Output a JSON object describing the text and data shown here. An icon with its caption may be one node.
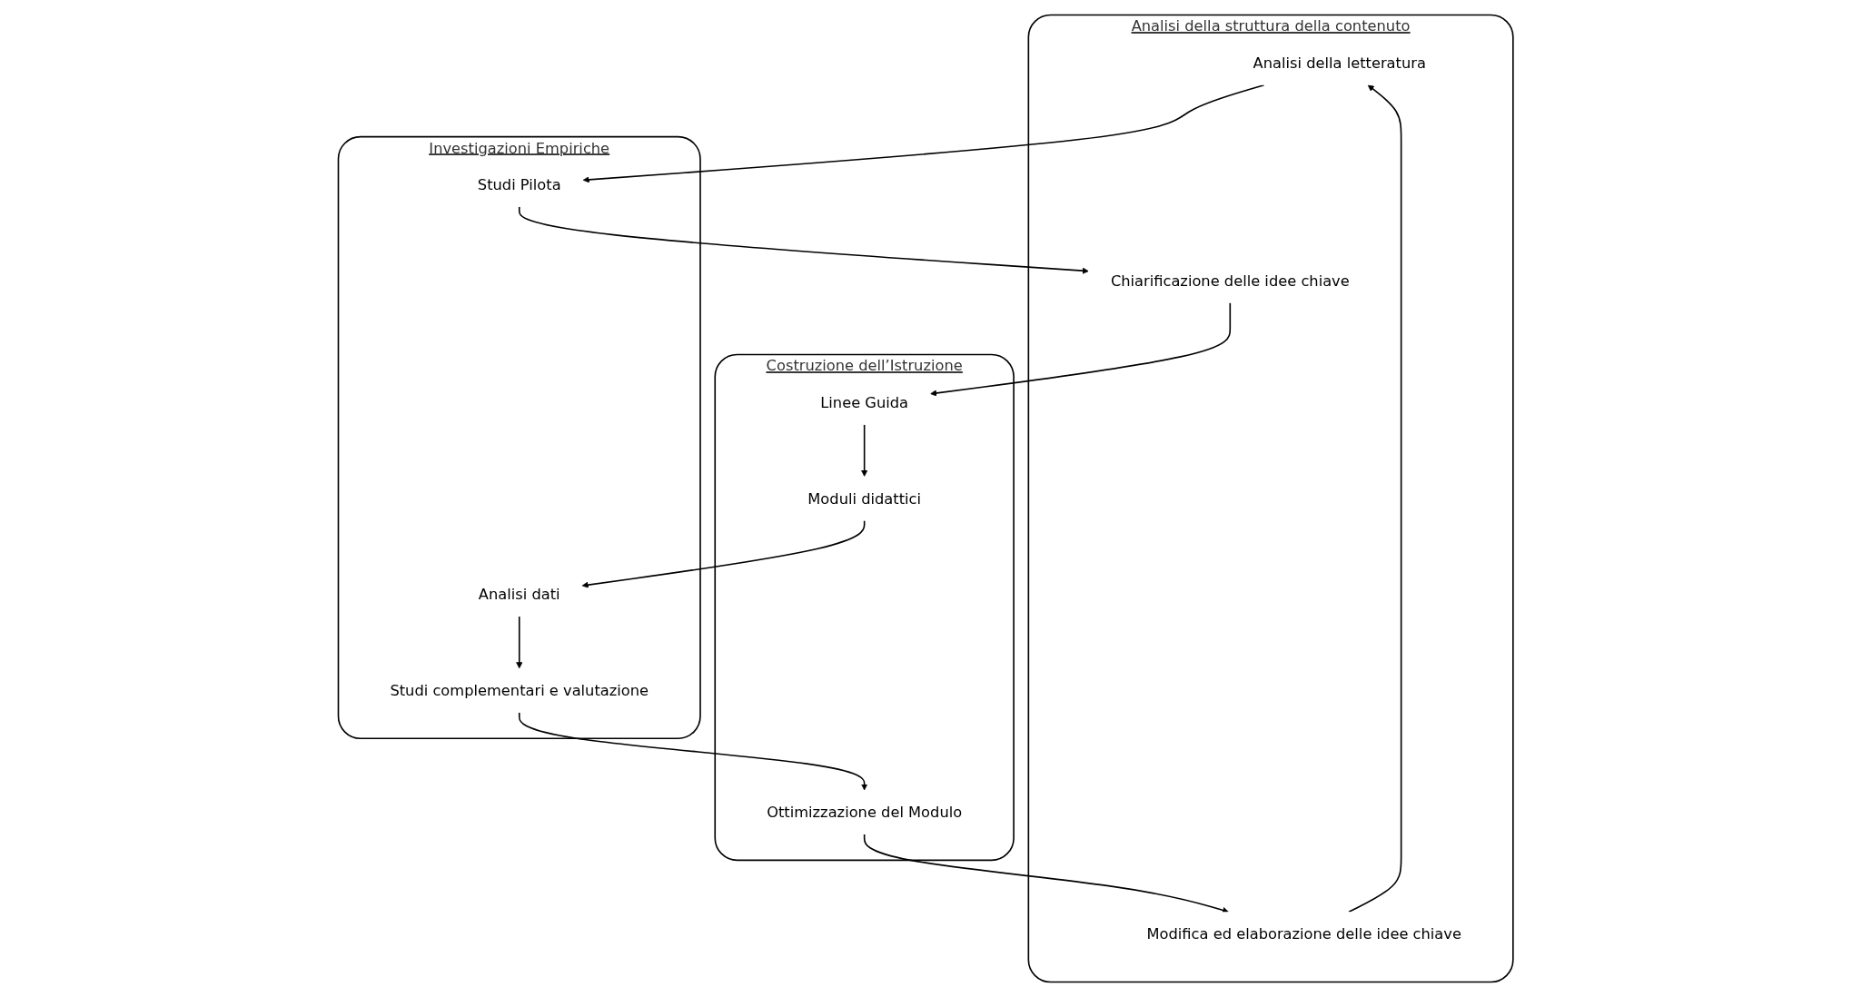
{
  "diagram": {
    "nodes": [
      {
        "text": [
          "Analisi della struttura della contenuto"
        ]
      },
      {
        "text": [
          "Analisi della letteratura"
        ],
        "in": 0
      },
      {
        "text": [
          "Chiarificazione delle idee chiave"
        ],
        "in": 0
      },
      {
        "text": [
          "Modifica ed elaborazione delle idee chiave"
        ],
        "in": 0
      },
      {
        "text": [
          "Costruzione dell’Istruzione"
        ]
      },
      {
        "text": [
          "Linee Guida"
        ],
        "in": 4
      },
      {
        "text": [
          "Moduli didattici"
        ],
        "in": 4
      },
      {
        "text": [
          "Ottimizzazione del Modulo"
        ],
        "in": 4
      },
      {
        "text": [
          "Investigazioni Empiriche"
        ]
      },
      {
        "text": [
          "Studi Pilota"
        ],
        "in": 8
      },
      {
        "text": [
          "Analisi dati"
        ],
        "in": 8
      },
      {
        "text": [
          "Studi complementari e valutazione"
        ],
        "in": 8
      }
    ],
    "edges": [
      {
        "from": 3,
        "to": 1,
        "arrow": "to"
      },
      {
        "from": 1,
        "to": 9,
        "arrow": "to"
      },
      {
        "from": 9,
        "to": 2,
        "arrow": "to"
      },
      {
        "from": 2,
        "to": 5,
        "arrow": "to"
      },
      {
        "from": 5,
        "to": 6,
        "arrow": "to"
      },
      {
        "from": 6,
        "to": 10,
        "arrow": "to"
      },
      {
        "from": 10,
        "to": 11,
        "arrow": "to"
      },
      {
        "from": 11,
        "to": 7,
        "arrow": "to"
      },
      {
        "from": 7,
        "to": 3,
        "arrow": "to"
      }
    ]
  }
}
